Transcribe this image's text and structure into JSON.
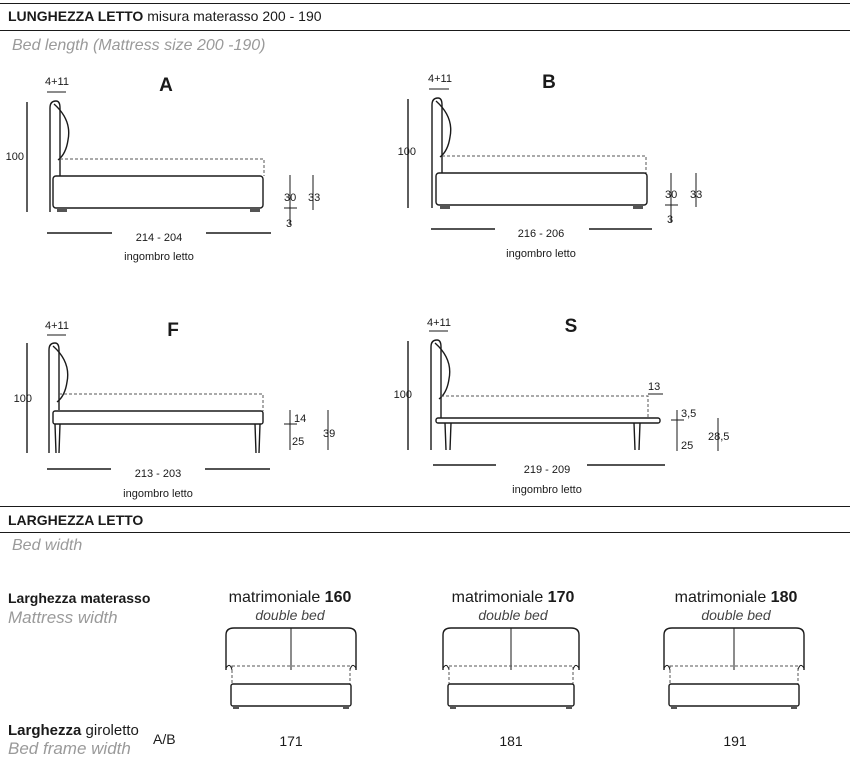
{
  "length_section": {
    "title_bold": "LUNGHEZZA LETTO",
    "title_rest": " misura materasso 200 - 190",
    "subtitle": "Bed length (Mattress size 200 -190)"
  },
  "beds": [
    {
      "letter": "A",
      "head_thickness": "4+11",
      "height": "100",
      "dims": [
        "30",
        "3",
        "33"
      ],
      "length": "214 - 204",
      "caption": "ingombro letto"
    },
    {
      "letter": "B",
      "head_thickness": "4+11",
      "height": "100",
      "dims": [
        "30",
        "3",
        "33"
      ],
      "length": "216 - 206",
      "caption": "ingombro letto"
    },
    {
      "letter": "F",
      "head_thickness": "4+11",
      "height": "100",
      "dims": [
        "14",
        "25",
        "39"
      ],
      "length": "213 - 203",
      "caption": "ingombro letto"
    },
    {
      "letter": "S",
      "head_thickness": "4+11",
      "height": "100",
      "dims": [
        "13",
        "3,5",
        "25",
        "28,5"
      ],
      "length": "219 - 209",
      "caption": "ingombro letto"
    }
  ],
  "width_section": {
    "title": "LARGHEZZA LETTO",
    "subtitle": "Bed width",
    "mattress_label_bold": "Larghezza materasso",
    "mattress_label_en": "Mattress width",
    "frame_label_bold": "Larghezza",
    "frame_label_rest": " giroletto",
    "frame_label_suffix": "A/B",
    "frame_label_en": "Bed frame width",
    "sizes": [
      {
        "name": "matrimoniale",
        "value": "160",
        "sub": "double bed",
        "frame": "171"
      },
      {
        "name": "matrimoniale",
        "value": "170",
        "sub": "double bed",
        "frame": "181"
      },
      {
        "name": "matrimoniale",
        "value": "180",
        "sub": "double bed",
        "frame": "191"
      }
    ]
  }
}
